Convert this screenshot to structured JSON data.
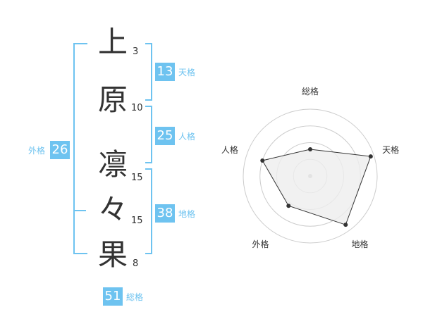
{
  "name": {
    "chars": [
      "上",
      "原",
      "凛",
      "々",
      "果"
    ],
    "strokes": [
      "3",
      "10",
      "15",
      "15",
      "8"
    ]
  },
  "fortune": {
    "tenkaku": {
      "value": "13",
      "label": "天格"
    },
    "jinkaku": {
      "value": "25",
      "label": "人格"
    },
    "chikaku": {
      "value": "38",
      "label": "地格"
    },
    "gaikaku": {
      "value": "26",
      "label": "外格"
    },
    "soukaku": {
      "value": "51",
      "label": "総格"
    }
  },
  "chart_data": {
    "type": "radar",
    "axes": [
      "総格",
      "天格",
      "地格",
      "外格",
      "人格"
    ],
    "values": [
      0.4,
      0.95,
      0.9,
      0.55,
      0.75
    ],
    "rings": 4,
    "colors": {
      "fill": "#eeeeee",
      "stroke": "#333333",
      "ring": "#cccccc",
      "center": "#bbbbbb"
    }
  },
  "colors": {
    "accent": "#6ec3f0",
    "text": "#333333"
  }
}
